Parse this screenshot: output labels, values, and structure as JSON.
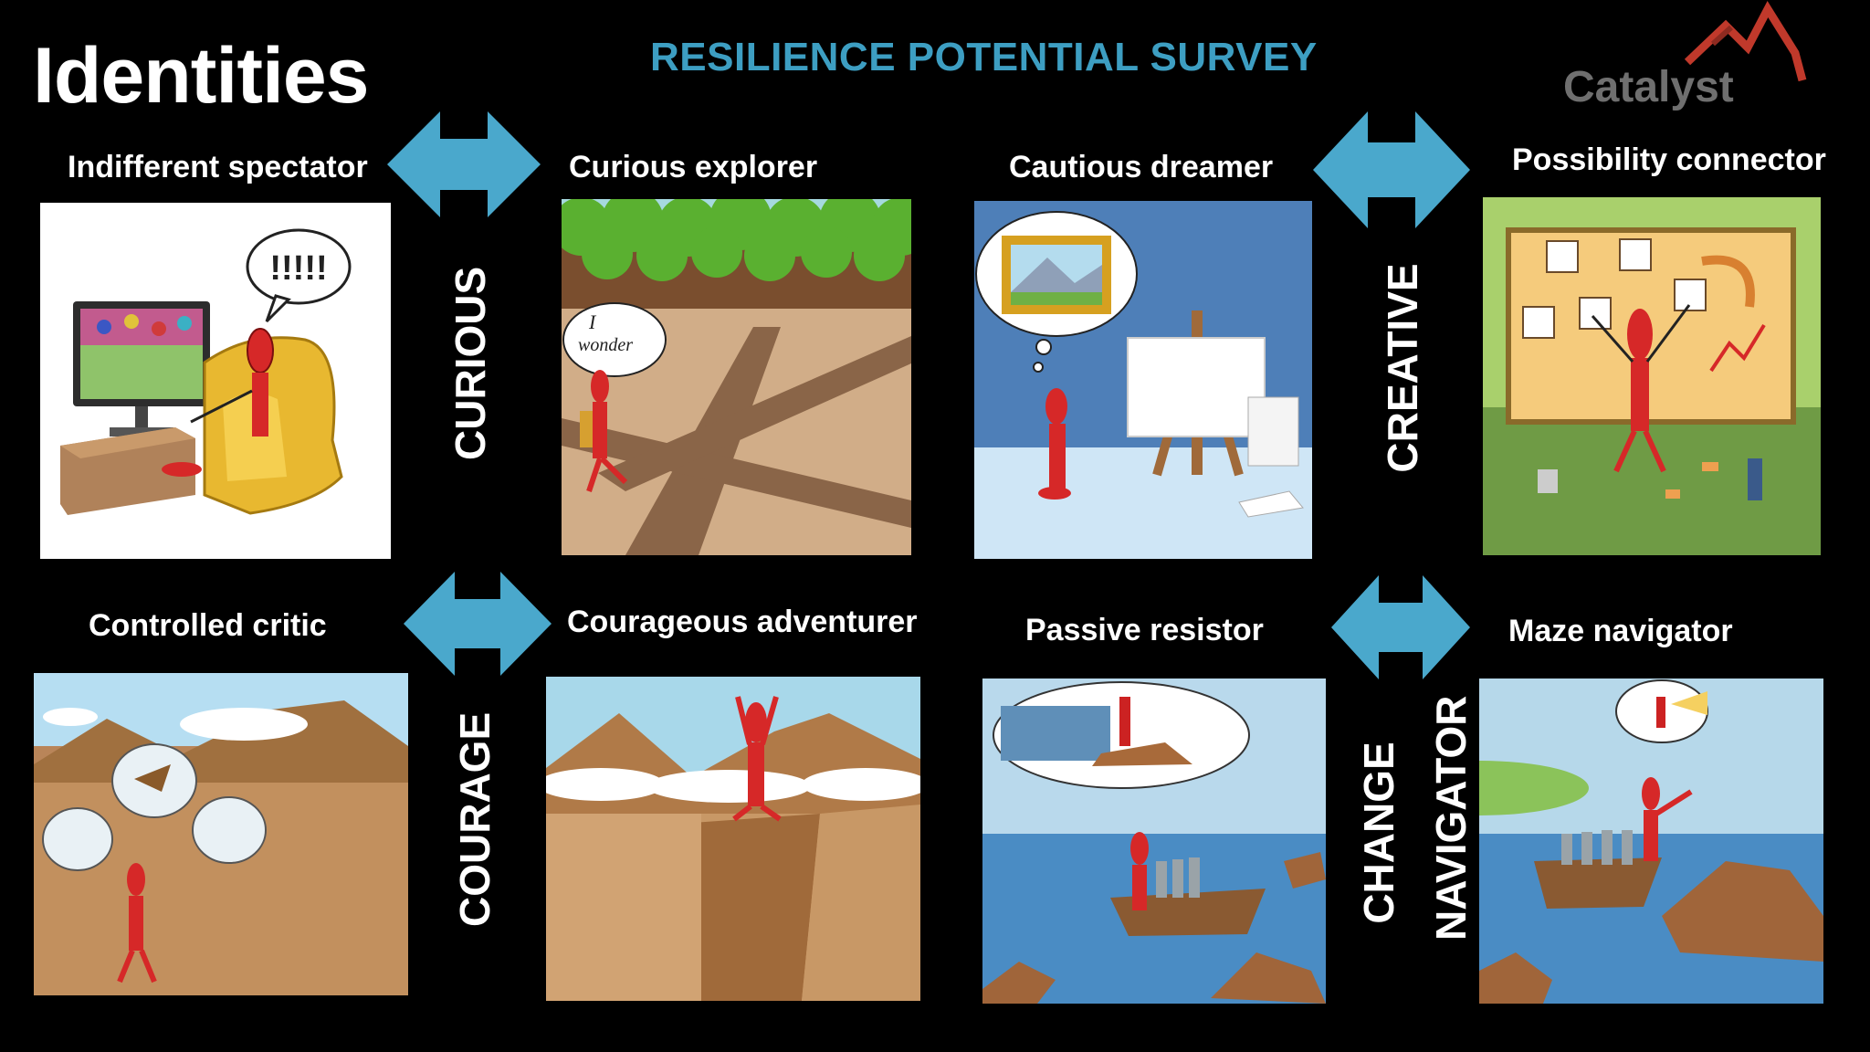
{
  "title": "Identities",
  "survey_title": "RESILIENCE POTENTIAL SURVEY",
  "brand": {
    "name": "Catalyst",
    "accent": "#c0392b"
  },
  "colors": {
    "arrow": "#4aa8cc",
    "heading": "#3d9ec2",
    "background": "#000000"
  },
  "pairs": [
    {
      "label": "CURIOUS",
      "left": "Indifferent spectator",
      "right": "Curious explorer"
    },
    {
      "label": "CREATIVE",
      "left": "Cautious dreamer",
      "right": "Possibility connector"
    },
    {
      "label": "COURAGE",
      "left": "Controlled critic",
      "right": "Courageous adventurer"
    },
    {
      "label_line1": "CHANGE",
      "label_line2": "NAVIGATOR",
      "left": "Passive resistor",
      "right": "Maze navigator"
    }
  ],
  "illustration_text": {
    "exclaim": "!!!!!",
    "wonder_1": "I",
    "wonder_2": "wonder"
  },
  "icons": [
    "double-arrow-icon",
    "catalyst-mountain-logo-icon"
  ]
}
